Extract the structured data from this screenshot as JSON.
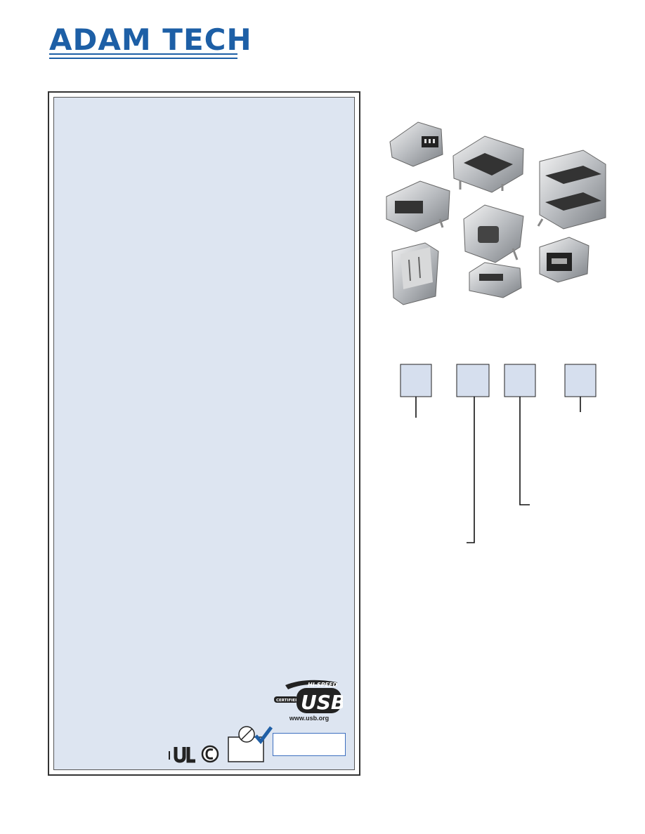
{
  "brand": {
    "name": "ADAM TECH",
    "color": "#1d5fa6"
  },
  "usb_logo": {
    "top_text": "HI-SPEED",
    "side_text": "CERTIFIED",
    "main_text": "USB",
    "url": "www.usb.org"
  },
  "certifications": {
    "marks": [
      "ul-recognized-icon",
      "csa-icon",
      "rohs-check-icon"
    ]
  },
  "products": {
    "images": [
      "mini-usb-plug-icon",
      "usb-a-receptacle-icon",
      "stacked-usb-a-icon",
      "mini-usb-receptacle-icon",
      "usb-b-receptacle-icon",
      "vertical-usb-a-icon",
      "micro-usb-receptacle-icon",
      "mini-usb-b-receptacle-icon"
    ]
  },
  "colors": {
    "panel_fill": "#dde5f1",
    "code_box_fill": "#d6dfee",
    "check_blue": "#1f5fa6"
  }
}
